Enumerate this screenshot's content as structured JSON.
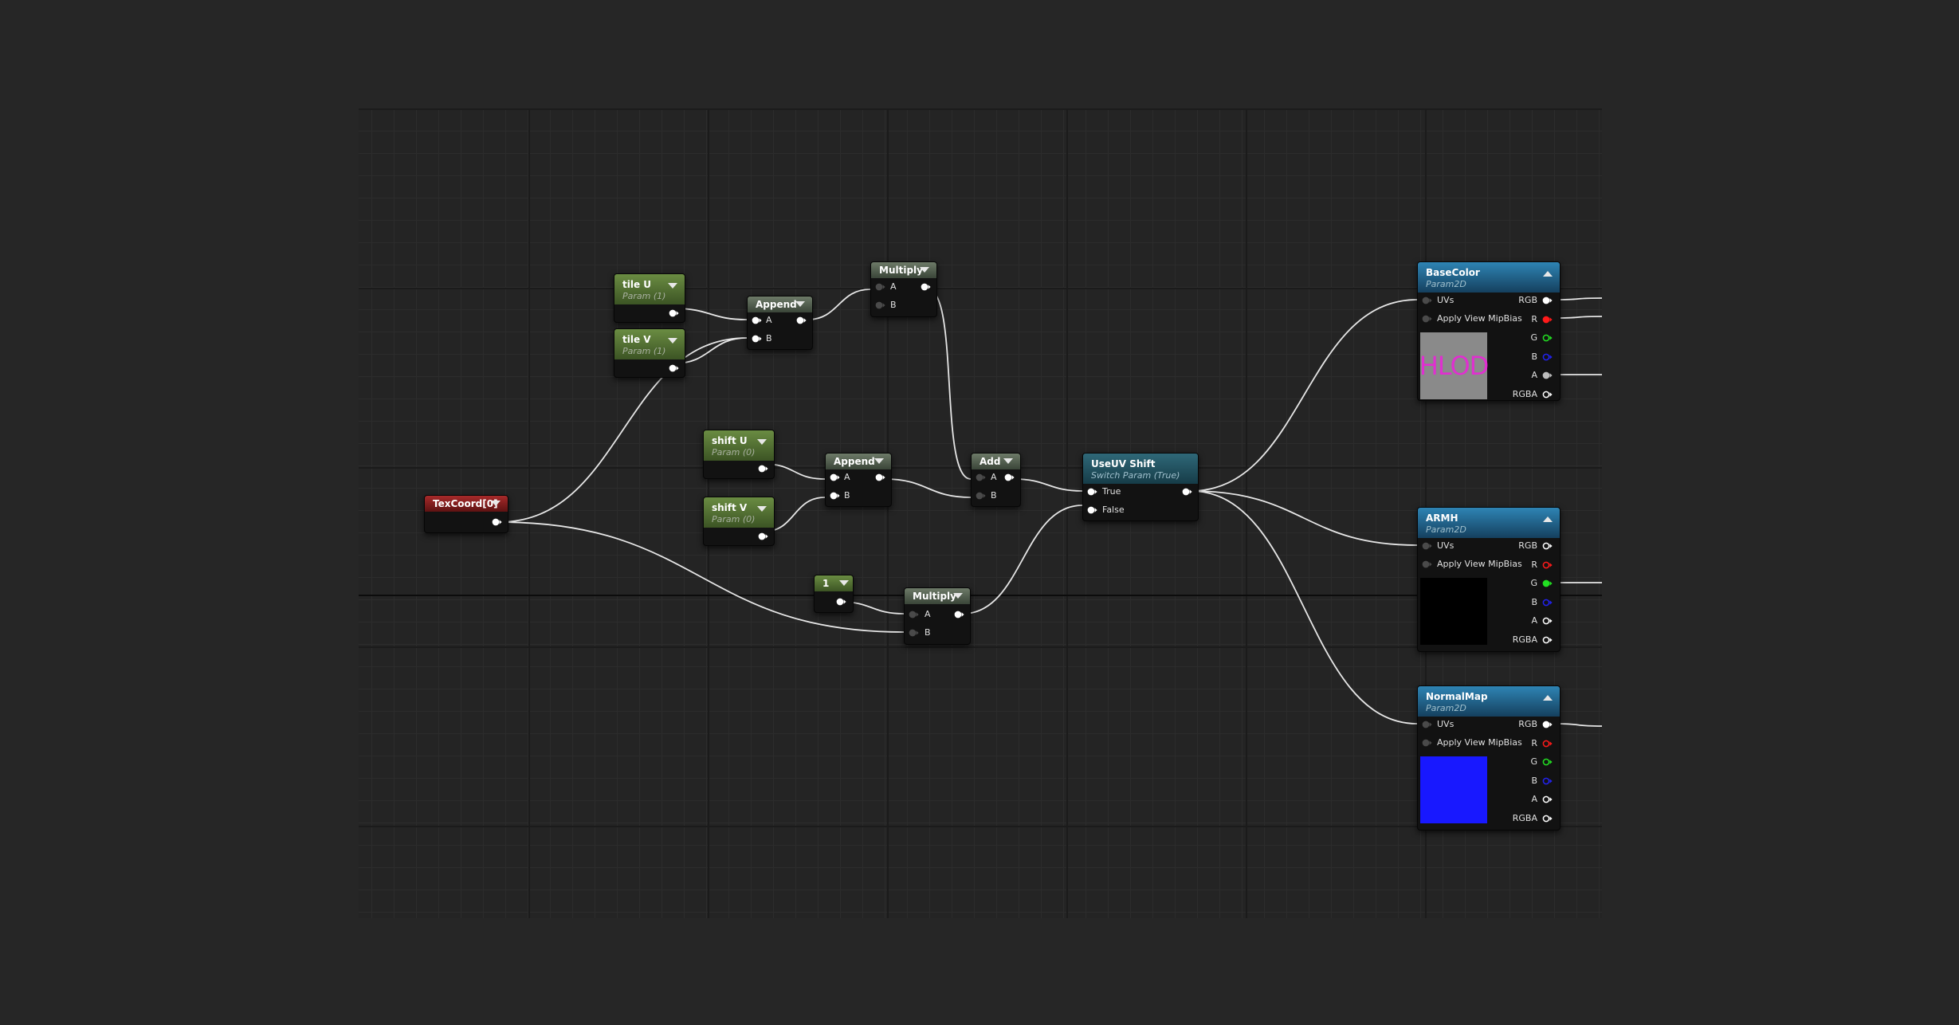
{
  "graph": {
    "nodes": {
      "tile_u": {
        "title": "tile U",
        "subtitle": "Param (1)"
      },
      "tile_v": {
        "title": "tile V",
        "subtitle": "Param (1)"
      },
      "append_tile": {
        "title": "Append",
        "pin_a": "A",
        "pin_b": "B"
      },
      "multiply_top": {
        "title": "Multiply",
        "pin_a": "A",
        "pin_b": "B"
      },
      "texcoord": {
        "title": "TexCoord[0]"
      },
      "shift_u": {
        "title": "shift U",
        "subtitle": "Param (0)"
      },
      "shift_v": {
        "title": "shift V",
        "subtitle": "Param (0)"
      },
      "append_shift": {
        "title": "Append",
        "pin_a": "A",
        "pin_b": "B"
      },
      "add": {
        "title": "Add",
        "pin_a": "A",
        "pin_b": "B"
      },
      "constant_one": {
        "title": "1"
      },
      "multiply_bottom": {
        "title": "Multiply",
        "pin_a": "A",
        "pin_b": "B"
      },
      "useuv_shift": {
        "title": "UseUV Shift",
        "subtitle": "Switch Param (True)",
        "pin_true": "True",
        "pin_false": "False"
      },
      "basecolor": {
        "title": "BaseColor",
        "subtitle": "Param2D",
        "preview_text": "HLOD",
        "preview_color": "#8a8a8a",
        "pins_left": [
          "UVs",
          "Apply View MipBias"
        ],
        "pins_right": [
          "RGB",
          "R",
          "G",
          "B",
          "A",
          "RGBA"
        ]
      },
      "armh": {
        "title": "ARMH",
        "subtitle": "Param2D",
        "preview_color": "#000000",
        "pins_left": [
          "UVs",
          "Apply View MipBias"
        ],
        "pins_right": [
          "RGB",
          "R",
          "G",
          "B",
          "A",
          "RGBA"
        ]
      },
      "normalmap": {
        "title": "NormalMap",
        "subtitle": "Param2D",
        "preview_color": "#1818ff",
        "pins_left": [
          "UVs",
          "Apply View MipBias"
        ],
        "pins_right": [
          "RGB",
          "R",
          "G",
          "B",
          "A",
          "RGBA"
        ]
      }
    },
    "colors": {
      "wire": "#e6e6e6",
      "pin_white": "#ffffff",
      "pin_red": "#ff1a1a",
      "pin_green": "#22e022",
      "pin_blue": "#2222ee",
      "pin_gray": "#bdbdbd",
      "pin_unconnected": "#4a4a4a"
    }
  }
}
